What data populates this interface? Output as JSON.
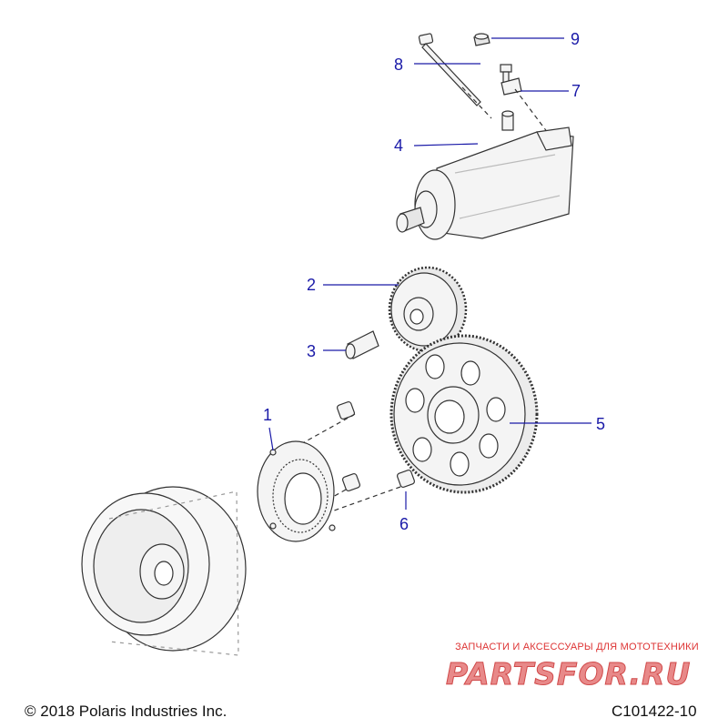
{
  "diagram": {
    "callouts": [
      {
        "id": "callout-1",
        "label": "1"
      },
      {
        "id": "callout-2",
        "label": "2"
      },
      {
        "id": "callout-3",
        "label": "3"
      },
      {
        "id": "callout-4",
        "label": "4"
      },
      {
        "id": "callout-5",
        "label": "5"
      },
      {
        "id": "callout-6",
        "label": "6"
      },
      {
        "id": "callout-7",
        "label": "7"
      },
      {
        "id": "callout-8",
        "label": "8"
      },
      {
        "id": "callout-9",
        "label": "9"
      }
    ],
    "colors": {
      "line": "#1a1aa8",
      "part": "#333333",
      "fill": "#f4f4f4"
    }
  },
  "footer": {
    "copyright": "© 2018 Polaris Industries Inc.",
    "code": "C101422-10"
  },
  "watermark": {
    "tagline": "ЗАПЧАСТИ И АКСЕССУАРЫ ДЛЯ МОТОТЕХНИКИ",
    "logo": "PARTSFOR.RU"
  }
}
